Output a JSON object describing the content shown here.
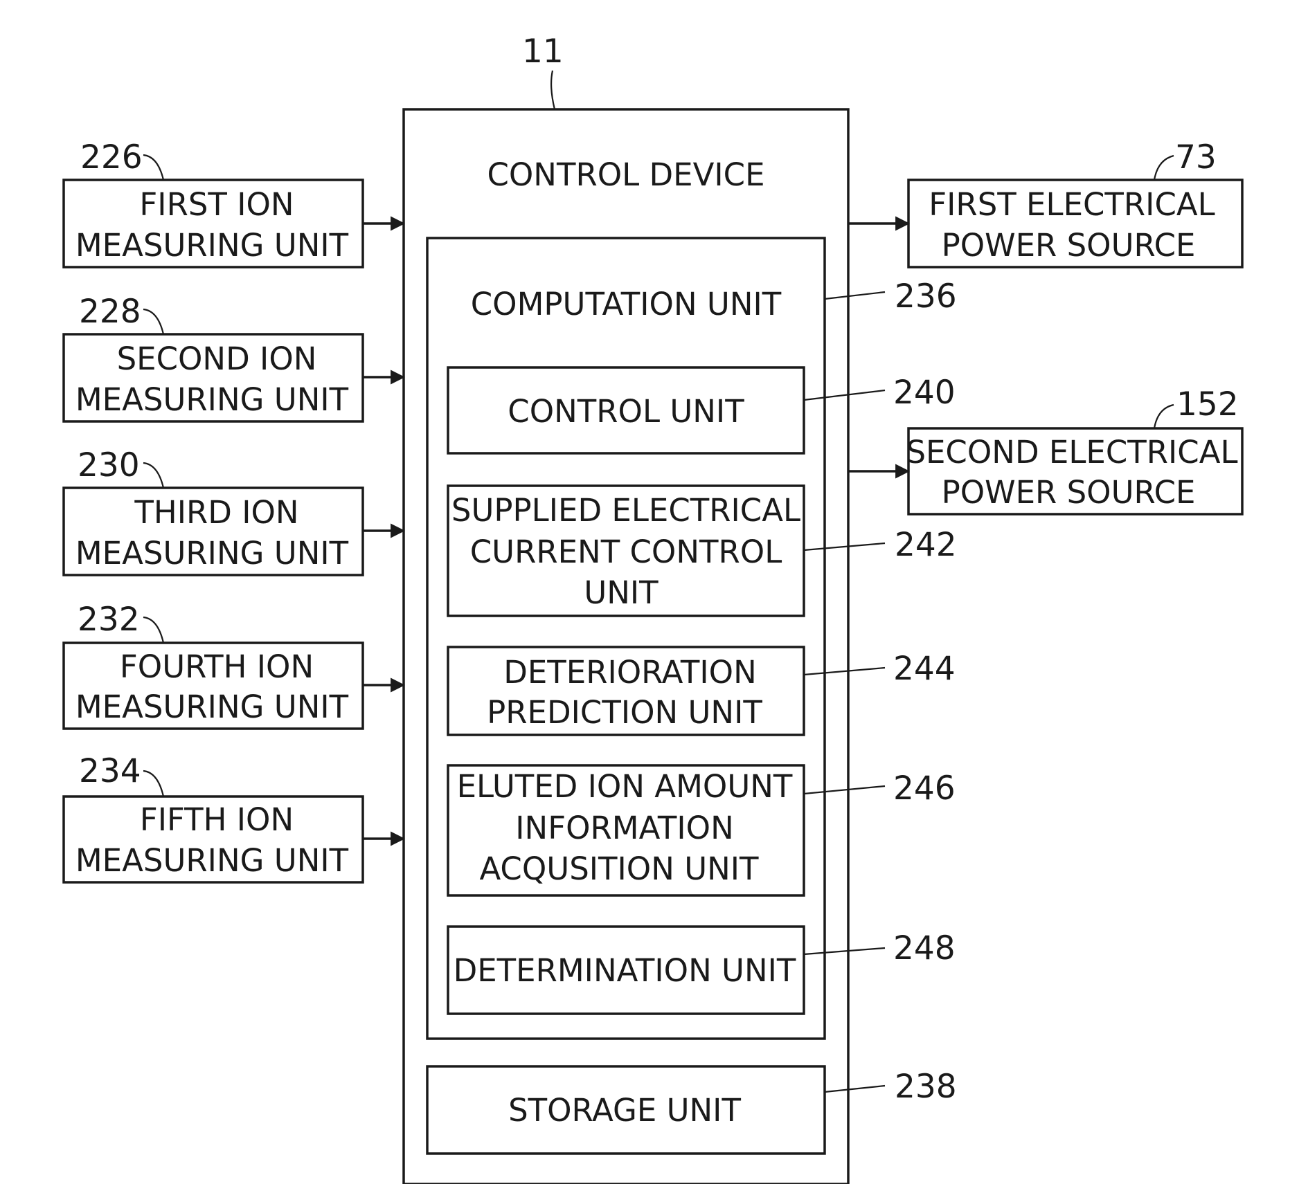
{
  "control_device": {
    "label": "CONTROL DEVICE",
    "ref": "11",
    "computation_unit": {
      "label": "COMPUTATION UNIT",
      "ref": "236",
      "subunits": [
        {
          "lines": [
            "CONTROL UNIT"
          ],
          "ref": "240"
        },
        {
          "lines": [
            "SUPPLIED ELECTRICAL",
            "CURRENT CONTROL",
            "UNIT"
          ],
          "ref": "242"
        },
        {
          "lines": [
            "DETERIORATION",
            "PREDICTION UNIT"
          ],
          "ref": "244"
        },
        {
          "lines": [
            "ELUTED ION AMOUNT",
            "INFORMATION",
            "ACQUSITION UNIT"
          ],
          "ref": "246"
        },
        {
          "lines": [
            "DETERMINATION UNIT"
          ],
          "ref": "248"
        }
      ]
    },
    "storage_unit": {
      "lines": [
        "STORAGE UNIT"
      ],
      "ref": "238"
    }
  },
  "inputs": [
    {
      "lines": [
        "FIRST ION",
        "MEASURING UNIT"
      ],
      "ref": "226"
    },
    {
      "lines": [
        "SECOND ION",
        "MEASURING UNIT"
      ],
      "ref": "228"
    },
    {
      "lines": [
        "THIRD ION",
        "MEASURING UNIT"
      ],
      "ref": "230"
    },
    {
      "lines": [
        "FOURTH ION",
        "MEASURING UNIT"
      ],
      "ref": "232"
    },
    {
      "lines": [
        "FIFTH ION",
        "MEASURING UNIT"
      ],
      "ref": "234"
    }
  ],
  "outputs": [
    {
      "lines": [
        "FIRST ELECTRICAL",
        "POWER SOURCE"
      ],
      "ref": "73"
    },
    {
      "lines": [
        "SECOND ELECTRICAL",
        "POWER SOURCE"
      ],
      "ref": "152"
    }
  ]
}
